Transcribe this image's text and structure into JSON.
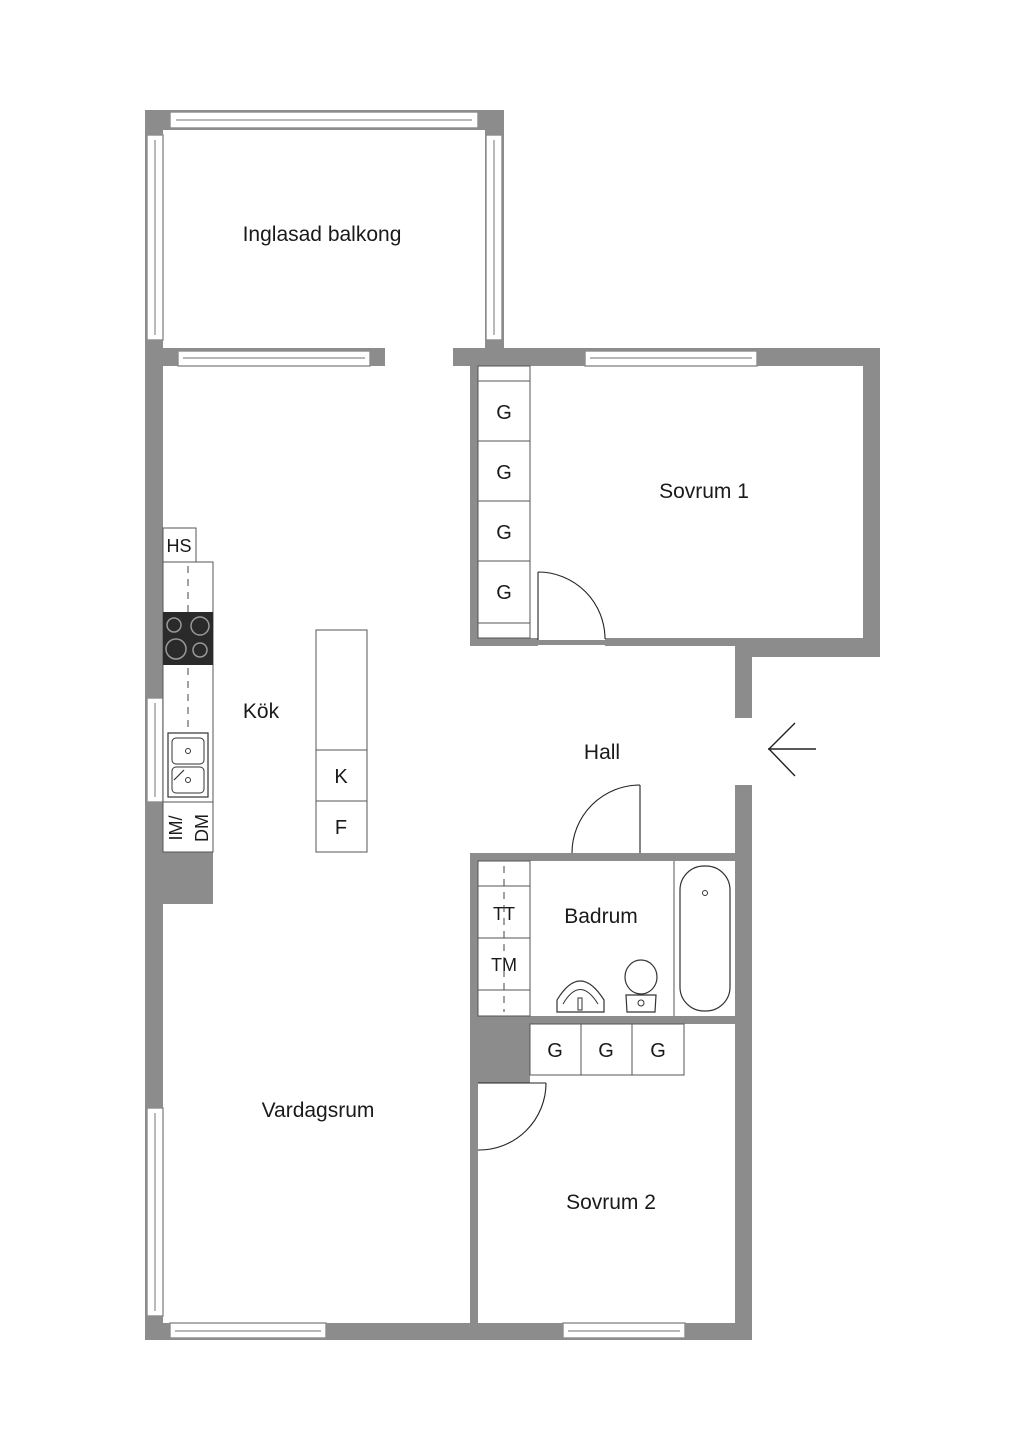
{
  "rooms": {
    "balcony": "Inglasad balkong",
    "bedroom1": "Sovrum 1",
    "kitchen": "Kök",
    "hall": "Hall",
    "bathroom": "Badrum",
    "living": "Vardagsrum",
    "bedroom2": "Sovrum 2"
  },
  "fixtures": {
    "wardrobe": "G",
    "hood_cabinet": "HS",
    "dishwasher_top": "IM/",
    "dishwasher_bottom": "DM",
    "fridge": "K",
    "freezer": "F",
    "dryer": "TT",
    "washer": "TM"
  },
  "icons": {
    "entrance": "entrance-arrow-icon",
    "stove": "stove-icon",
    "sink": "sink-icon",
    "bathtub": "bathtub-icon",
    "toilet": "toilet-icon",
    "washbasin": "washbasin-icon"
  },
  "colors": {
    "wall": "#8c8c8c",
    "stove": "#2a2a2a",
    "line": "#222222"
  }
}
